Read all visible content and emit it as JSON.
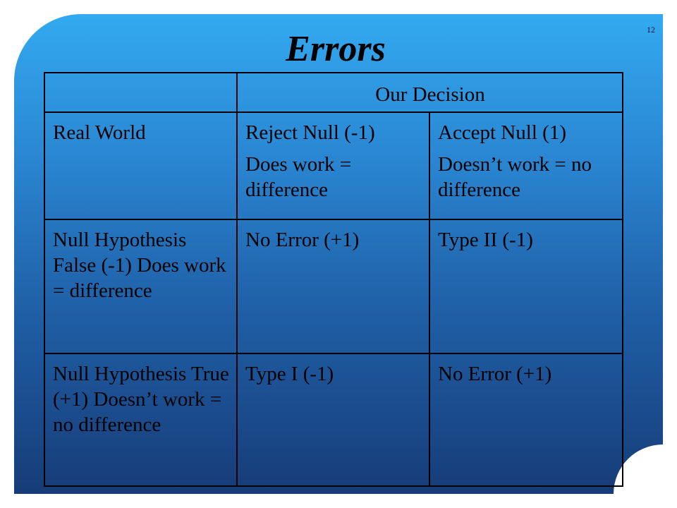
{
  "slide": {
    "title": "Errors",
    "page_number": "12"
  },
  "table": {
    "header": {
      "blank": "",
      "decision": "Our Decision"
    },
    "rows": [
      {
        "label": "Real World",
        "reject": [
          "Reject Null (-1)",
          "Does work = difference"
        ],
        "accept": [
          "Accept Null (1)",
          "Doesn’t work = no difference"
        ]
      },
      {
        "label": "Null Hypothesis False (-1) Does work = difference",
        "reject": [
          "No Error  (+1)"
        ],
        "accept": [
          "Type II  (-1)"
        ]
      },
      {
        "label": "Null Hypothesis True (+1) Doesn’t work = no difference",
        "reject": [
          "Type I (-1)"
        ],
        "accept": [
          "No Error   (+1)"
        ]
      }
    ]
  },
  "colors": {
    "background_top": "#33aaf0",
    "background_bottom": "#173c78",
    "text": "#000000",
    "border": "#000000"
  }
}
